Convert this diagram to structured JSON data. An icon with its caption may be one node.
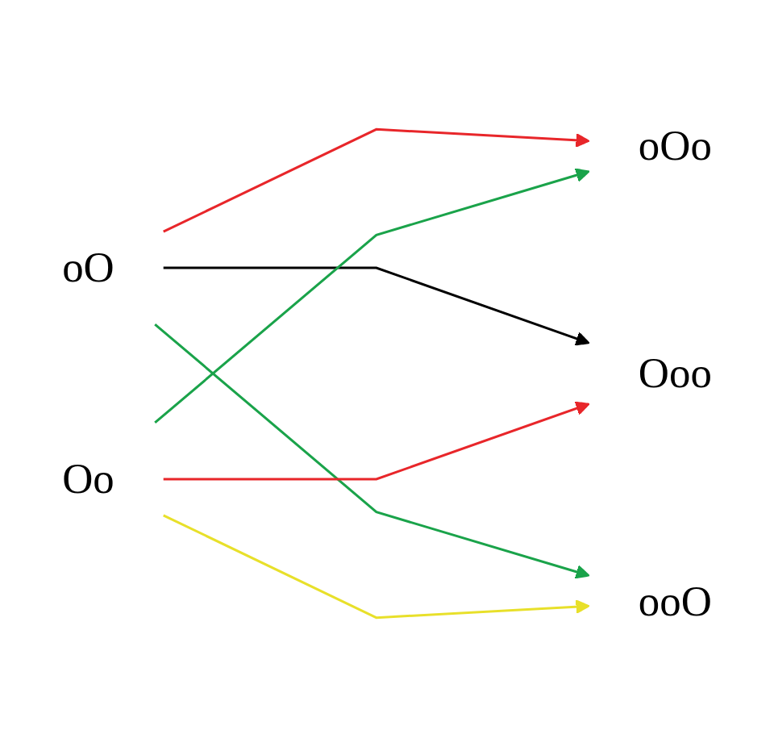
{
  "diagram": {
    "nodes": [
      {
        "text": [
          "oOo"
        ]
      },
      {
        "text": [
          "oO"
        ]
      },
      {
        "text": [
          "Ooo"
        ]
      },
      {
        "text": [
          "Oo"
        ]
      },
      {
        "text": [
          "ooO"
        ]
      }
    ],
    "edges": [
      {
        "from": 1,
        "to": 0,
        "arrow": "to",
        "color": "#e8262a"
      },
      {
        "from": 1,
        "to": 2,
        "arrow": "to",
        "color": "#000000"
      },
      {
        "from": 1,
        "to": 4,
        "arrow": "to",
        "color": "#1aa34a"
      },
      {
        "from": 3,
        "to": 0,
        "arrow": "to",
        "color": "#1aa34a"
      },
      {
        "from": 3,
        "to": 2,
        "arrow": "to",
        "color": "#e8262a"
      },
      {
        "from": 3,
        "to": 4,
        "arrow": "to",
        "color": "#e8e02a"
      }
    ]
  }
}
